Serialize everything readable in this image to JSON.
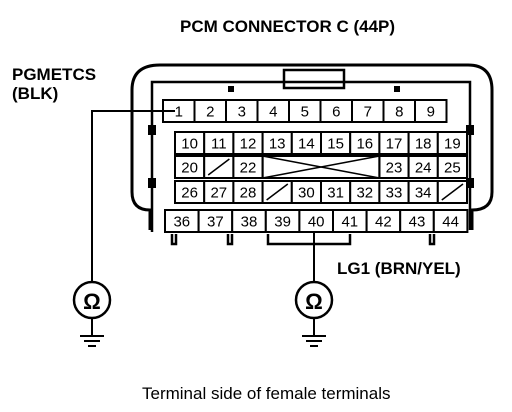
{
  "title": "PCM CONNECTOR C (44P)",
  "left_label": {
    "line1": "PGMETCS",
    "line2": "(BLK)"
  },
  "right_label": "LG1 (BRN/YEL)",
  "caption": "Terminal side of female terminals",
  "meter_symbol": "Ω",
  "icons": {
    "meter": "ohmmeter-icon",
    "ground": "ground-icon"
  },
  "pins": {
    "row1": [
      "1",
      "2",
      "3",
      "4",
      "5",
      "6",
      "7",
      "8",
      "9"
    ],
    "row2": [
      "10",
      "11",
      "12",
      "13",
      "14",
      "15",
      "16",
      "17",
      "18",
      "19"
    ],
    "row3_left": [
      "20",
      "",
      "22"
    ],
    "row3_right": [
      "23",
      "24",
      "25"
    ],
    "row4_left": [
      "26",
      "27",
      "28",
      ""
    ],
    "row4_right": [
      "30",
      "31",
      "32",
      "33",
      "34",
      ""
    ],
    "row5": [
      "36",
      "37",
      "38",
      "39",
      "40",
      "41",
      "42",
      "43",
      "44"
    ]
  }
}
